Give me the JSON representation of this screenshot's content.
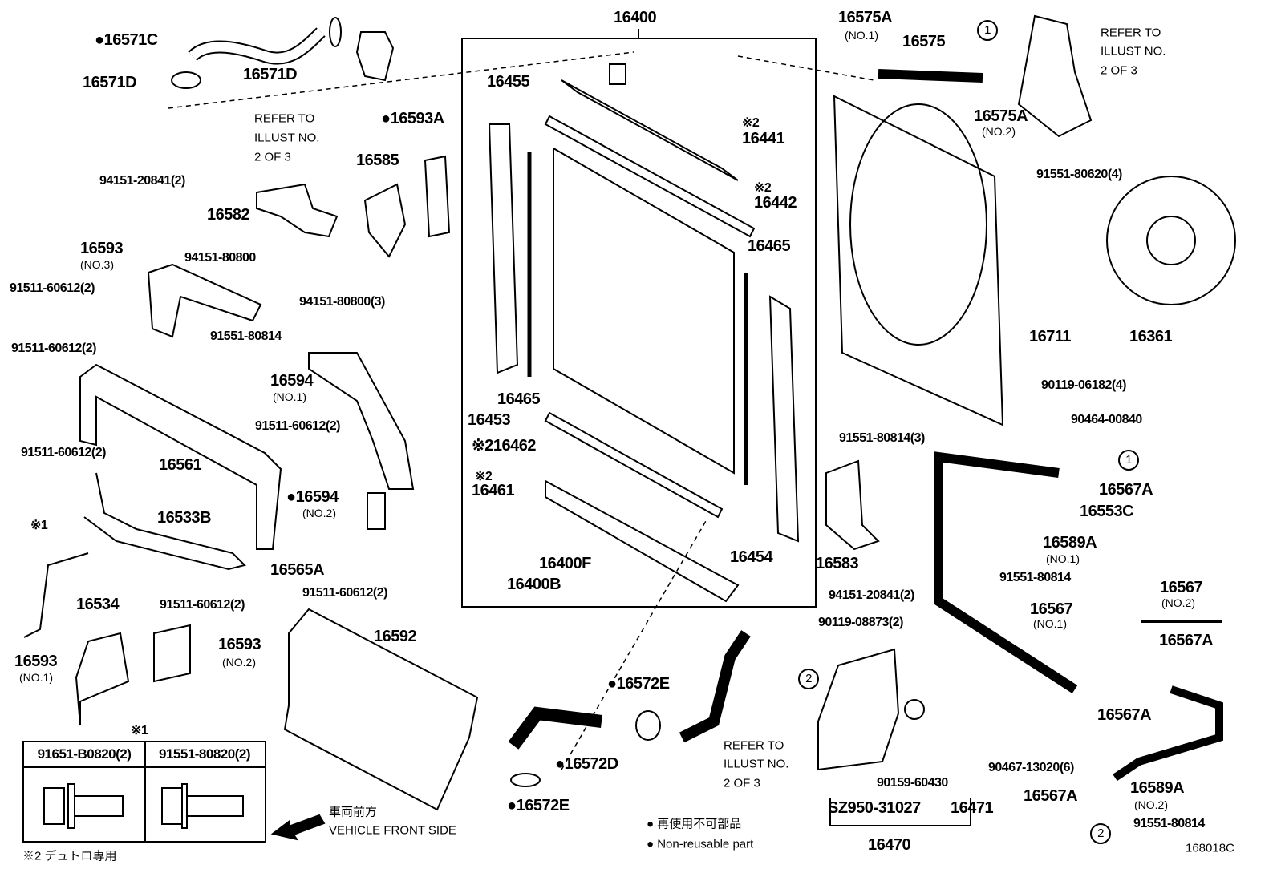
{
  "diagram_code": "168018C",
  "box_title": "16400",
  "labels": [
    "●16571C",
    "16571D",
    "16571D",
    "REFER TO",
    "ILLUST NO.",
    "2 OF 3",
    "●16593A",
    "94151-20841(2)",
    "16585",
    "16582",
    "94151-80800",
    "16593",
    "(NO.3)",
    "91511-60612(2)",
    "94151-80800(3)",
    "91551-80814",
    "91511-60612(2)",
    "16594",
    "(NO.1)",
    "91511-60612(2)",
    "16561",
    "91511-60612(2)",
    "●16594",
    "(NO.2)",
    "※1",
    "16533B",
    "16565A",
    "16534",
    "91511-60612(2)",
    "91511-60612(2)",
    "16593",
    "(NO.2)",
    "16593",
    "(NO.1)",
    "16592",
    "16455",
    "※2",
    "16441",
    "※2",
    "16442",
    "16465",
    "16465",
    "16453",
    "※216462",
    "※2",
    "16461",
    "16400F",
    "16400B",
    "16454",
    "16575A",
    "(NO.1)",
    "16575",
    "REFER TO",
    "ILLUST NO.",
    "2 OF 3",
    "16575A",
    "(NO.2)",
    "91551-80620(4)",
    "16711",
    "16361",
    "90119-06182(4)",
    "90464-00840",
    "91551-80814(3)",
    "16567A",
    "16553C",
    "16589A",
    "(NO.1)",
    "16583",
    "91551-80814",
    "94151-20841(2)",
    "16567",
    "(NO.1)",
    "16567",
    "(NO.2)",
    "16567A",
    "90119-08873(2)",
    "●16572E",
    "16567A",
    "REFER TO",
    "ILLUST NO.",
    "2 OF 3",
    "●16572D",
    "90467-13020(6)",
    "90159-60430",
    "●16572E",
    "SZ950-31027",
    "16471",
    "16470",
    "16567A",
    "16589A",
    "(NO.2)",
    "91551-80814",
    "車両前方",
    "VEHICLE FRONT SIDE",
    "※2 デュトロ専用"
  ],
  "circled_refs": [
    "1",
    "1",
    "2",
    "2"
  ],
  "legend": {
    "ja": "● 再使用不可部品",
    "en": "● Non-reusable part"
  },
  "fastener_table": {
    "marker": "※1",
    "columns": [
      "91651-B0820(2)",
      "91551-80820(2)"
    ]
  }
}
